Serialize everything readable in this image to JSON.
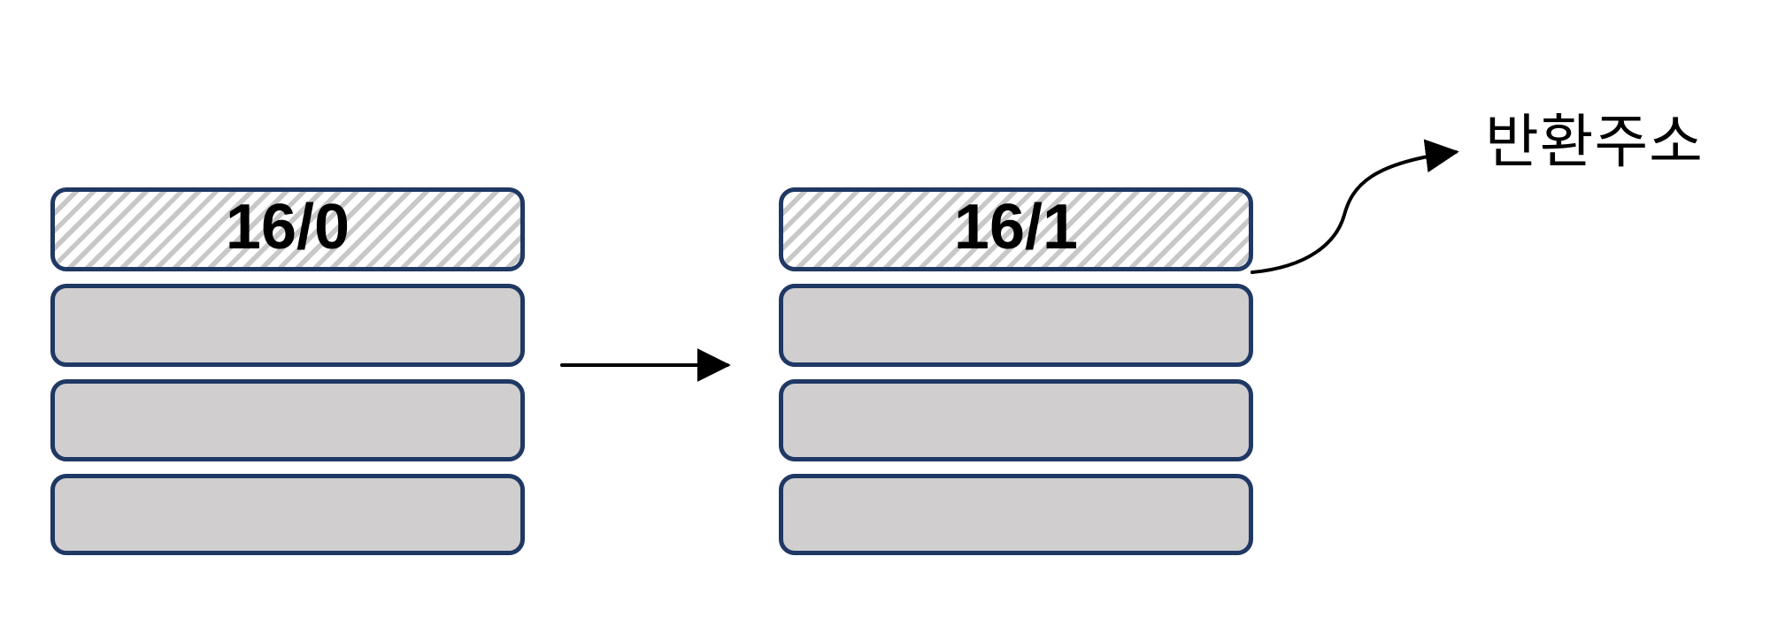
{
  "diagram": {
    "description": "stack-frame-growth",
    "left_stack": {
      "top_label": "16/0",
      "top_style": "hatched",
      "empty_cell_count": 3
    },
    "right_stack": {
      "top_label": "16/1",
      "top_style": "hatched",
      "empty_cell_count": 3
    },
    "annotation": {
      "label": "반환주소"
    },
    "colors": {
      "border_color": "#1f3864",
      "cell_fill": "#d0cece",
      "hatch_color": "#c8c8c8",
      "arrow_color": "#000000",
      "text_color": "#000000",
      "bg_color": "#ffffff"
    }
  }
}
